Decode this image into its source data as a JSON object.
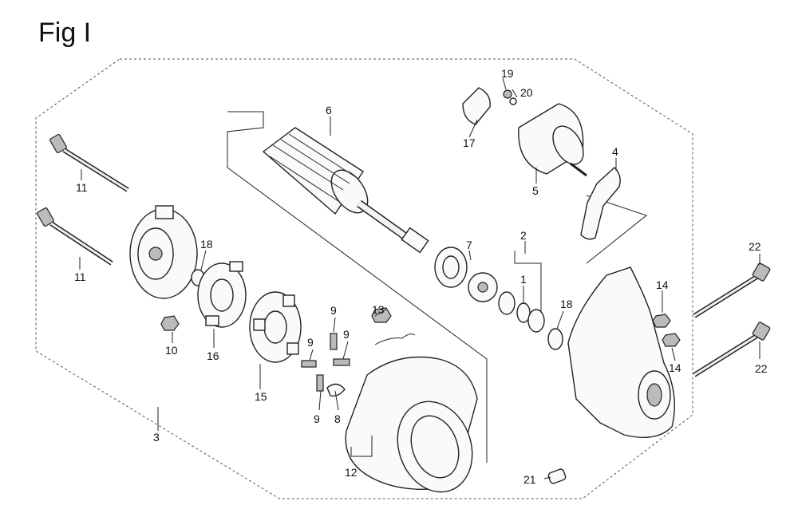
{
  "title": "Fig I",
  "callouts": {
    "c1": "1",
    "c2": "2",
    "c3": "3",
    "c4": "4",
    "c5": "5",
    "c6": "6",
    "c7": "7",
    "c8": "8",
    "c9a": "9",
    "c9b": "9",
    "c9c": "9",
    "c9d": "9",
    "c10": "10",
    "c11a": "11",
    "c11b": "11",
    "c12": "12",
    "c13": "13",
    "c14a": "14",
    "c14b": "14",
    "c15": "15",
    "c16": "16",
    "c17": "17",
    "c18a": "18",
    "c18b": "18",
    "c19": "19",
    "c20": "20",
    "c21": "21",
    "c22a": "22",
    "c22b": "22"
  }
}
